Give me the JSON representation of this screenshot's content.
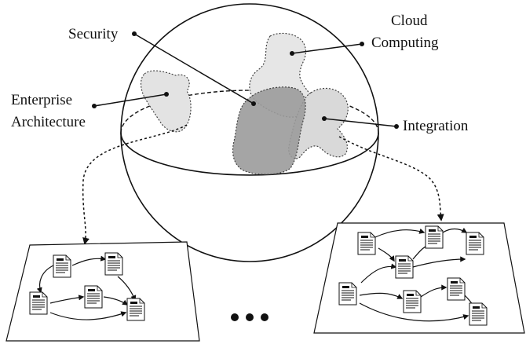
{
  "labels": {
    "security": "Security",
    "cloud_line1": "Cloud",
    "cloud_line2": "Computing",
    "enterprise_line1": "Enterprise",
    "enterprise_line2": "Architecture",
    "integration": "Integration"
  },
  "ellipsis": "• • •",
  "colors": {
    "sphere_stroke": "#111111",
    "region_light": "#e2e2e2",
    "region_mid": "#cfcfcf",
    "region_dark": "#9a9a9a",
    "arrow": "#111111"
  },
  "panels": {
    "left_docs": 5,
    "right_docs": 8
  }
}
